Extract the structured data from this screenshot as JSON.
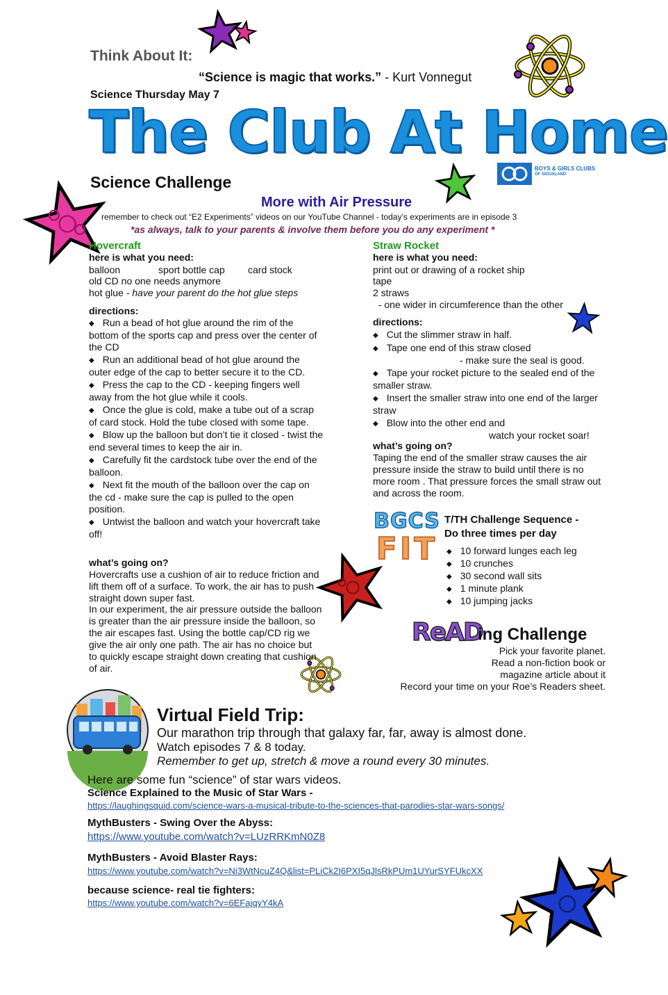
{
  "header": {
    "think_about_it": "Think About It:",
    "quote": "“Science is magic that works.”",
    "quote_author": " - Kurt Vonnegut",
    "date": "Science Thursday May 7",
    "title": "The Club At Home",
    "logo_line1": "BOYS & GIRLS CLUBS",
    "logo_line2": "OF SIOUXLAND"
  },
  "science": {
    "heading": "Science Challenge",
    "subheading": "More with Air Pressure",
    "note": "remember to check out  “E2 Experiments” videos on our YouTube Channel - today’s experiments are in episode 3",
    "warning": "*as always, talk to your parents & involve them before you do any experiment *"
  },
  "hovercraft": {
    "title": "Hovercraft",
    "need_label": "here is what you need:",
    "need_items": [
      "balloon",
      "sport bottle cap",
      "card stock"
    ],
    "need_line2": "old CD no one needs anymore",
    "need_line3a": "hot glue",
    "need_line3b": " - have your parent do the hot glue steps",
    "directions_label": "directions:",
    "directions": [
      "Run a bead of hot glue around the rim of the bottom of the sports cap and press over the center of the CD",
      "Run an additional bead of hot glue around the outer edge of the cap to better secure it to the CD.",
      "Press the cap to the CD - keeping fingers well away from the hot glue while it cools.",
      "Once the glue is cold, make a tube out of a scrap of card stock. Hold the tube closed with some tape.",
      "Blow up the balloon but don’t tie it closed - twist the end several times to keep the air in.",
      "Carefully fit the cardstock tube over the end of the balloon.",
      "Next fit the mouth of the balloon over the cap on the cd - make sure the cap is pulled to the open position.",
      "Untwist the balloon and watch your hovercraft take off!"
    ],
    "whats_label": "what’s going on?",
    "whats_p1": "Hovercrafts use a cushion of air to reduce friction and lift them off of a surface. To work, the air has to push straight down super fast.",
    "whats_p2": "In our experiment, the air pressure outside the balloon is greater than the air pressure inside the balloon, so the air escapes fast.  Using the bottle cap/CD rig we give the air only one path.  The air has no choice but to quickly escape straight down creating that cushion of air."
  },
  "straw": {
    "title": "Straw Rocket",
    "need_label": "here is what you need:",
    "need_lines": [
      "print out or drawing of a rocket ship",
      "tape",
      "2 straws",
      "  - one wider in circumference than the other"
    ],
    "directions_label": "directions:",
    "directions": [
      "Cut the slimmer straw in half.",
      "Tape one end of this straw closed",
      "Tape your rocket picture to the sealed end of the smaller straw.",
      "Insert the smaller straw into one end of the larger straw",
      "Blow into the other end and"
    ],
    "dir2_cont": "- make sure the seal is good.",
    "dir5_cont": "watch your rocket soar!",
    "whats_label": "what’s going on?",
    "whats_text": "Taping the end of the smaller straw causes the air pressure inside the straw to build until there is no more room .  That pressure forces the small straw out and across the room."
  },
  "fit": {
    "logo_top": "BGCS",
    "logo_bottom": "FIT",
    "heading_line1": "T/TH Challenge Sequence -",
    "heading_line2": "Do three times per day",
    "items": [
      "10 forward lunges each leg",
      "10 crunches",
      "30 second wall sits",
      "1 minute plank",
      "10 jumping jacks"
    ]
  },
  "reading": {
    "logo": "ReAD",
    "heading": "ing Challenge",
    "lines": [
      "Pick your favorite planet.",
      "Read a non-fiction book or",
      "magazine article about it",
      "Record your time on your Roe’s Readers sheet."
    ]
  },
  "field_trip": {
    "heading": "Virtual Field Trip:",
    "line1": "Our marathon trip through that galaxy far, far, away is almost done.",
    "line2": "Watch episodes 7 & 8 today.",
    "line3": "Remember to get up, stretch & move a round every 30 minutes."
  },
  "videos": {
    "intro": "Here are some fun “science” of star wars videos.",
    "items": [
      {
        "label": "Science Explained to the Music of Star Wars -",
        "url": "https://laughingsquid.com/science-wars-a-musical-tribute-to-the-sciences-that-parodies-star-wars-songs/"
      },
      {
        "label": "MythBusters - Swing Over the Abyss:",
        "url": "https://www.youtube.com/watch?v=LUzRRKmN0Z8"
      },
      {
        "label": "MythBusters - Avoid Blaster Rays:",
        "url": "https://www.youtube.com/watch?v=Ni3WtNcuZ4Q&list=PLiCk2I6PXI5qJlsRkPUm1UYurSYFUkcXX"
      },
      {
        "label": "because science- real tie fighters:",
        "url": "https://www.youtube.com/watch?v=6EFajqyY4kA"
      }
    ]
  },
  "colors": {
    "title_blue": "#1a8fdc",
    "green_heading": "#1e9a1e",
    "purple_subheading": "#2b1d9c",
    "maroon_warning": "#6e2a52",
    "link_blue": "#1f4e9a"
  }
}
